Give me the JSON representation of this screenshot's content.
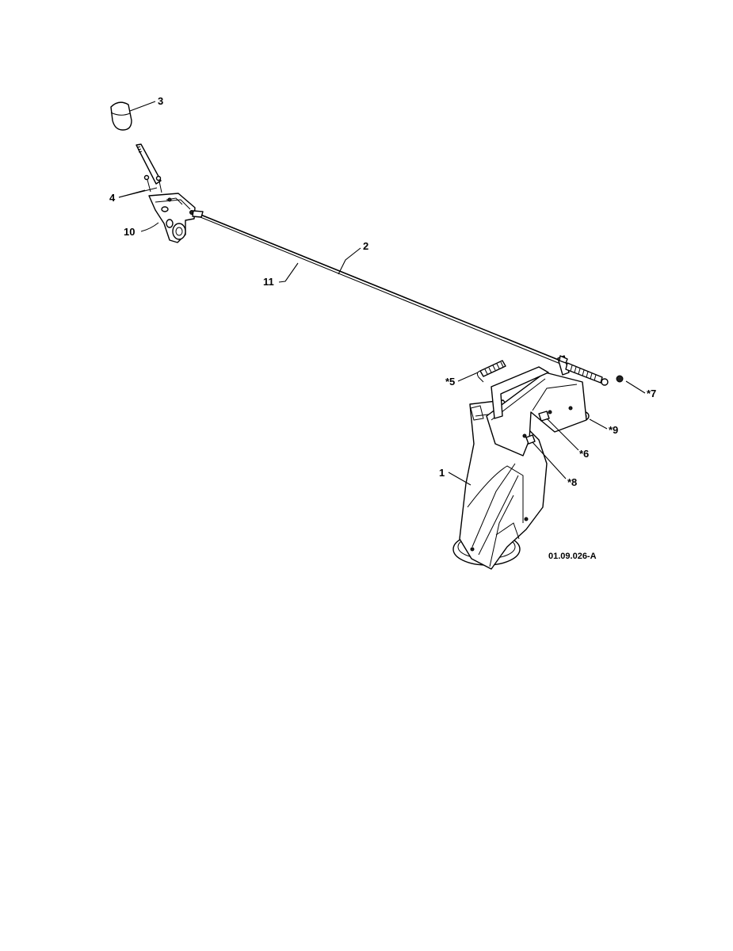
{
  "callouts": {
    "c1": "1",
    "c2": "2",
    "c3": "3",
    "c4": "4",
    "c5": "*5",
    "c6": "*6",
    "c7": "*7",
    "c8": "*8",
    "c9": "*9",
    "c10": "10",
    "c11": "11"
  },
  "figure_id": "01.09.026-A",
  "colors": {
    "line": "#000000",
    "background": "#ffffff"
  }
}
